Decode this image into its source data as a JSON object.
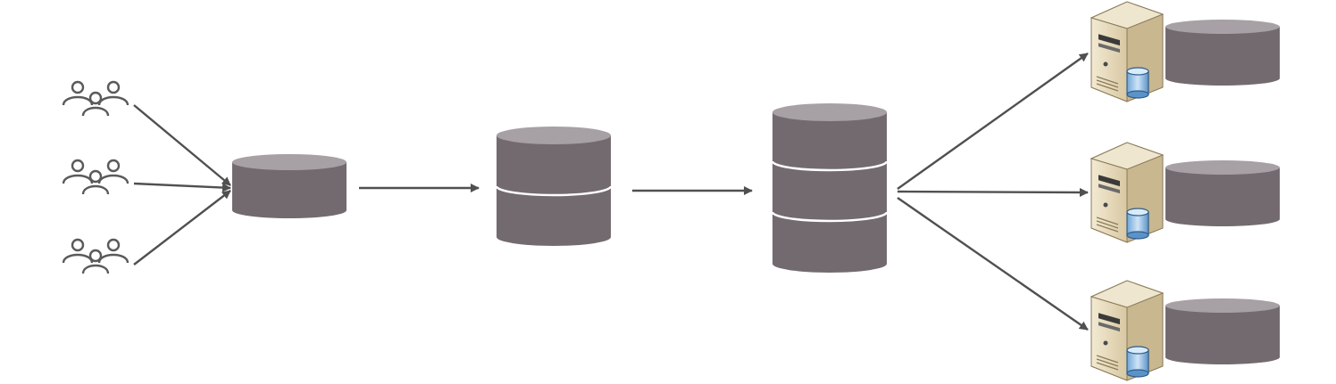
{
  "diagram": {
    "colors": {
      "cylinder_body": "#736a70",
      "cylinder_top": "#a7a0a5",
      "arrow": "#505050",
      "users": "#5a5a5a",
      "server_body": "#e8dcbf",
      "server_side": "#c9b78f",
      "server_db": "#8fbce6"
    },
    "nodes": [
      {
        "kind": "users-icon",
        "count": 3
      },
      {
        "kind": "cylinder",
        "segments": 1
      },
      {
        "kind": "cylinder",
        "segments": 2
      },
      {
        "kind": "cylinder",
        "segments": 3
      },
      {
        "kind": "server-with-db",
        "count": 3
      }
    ]
  }
}
